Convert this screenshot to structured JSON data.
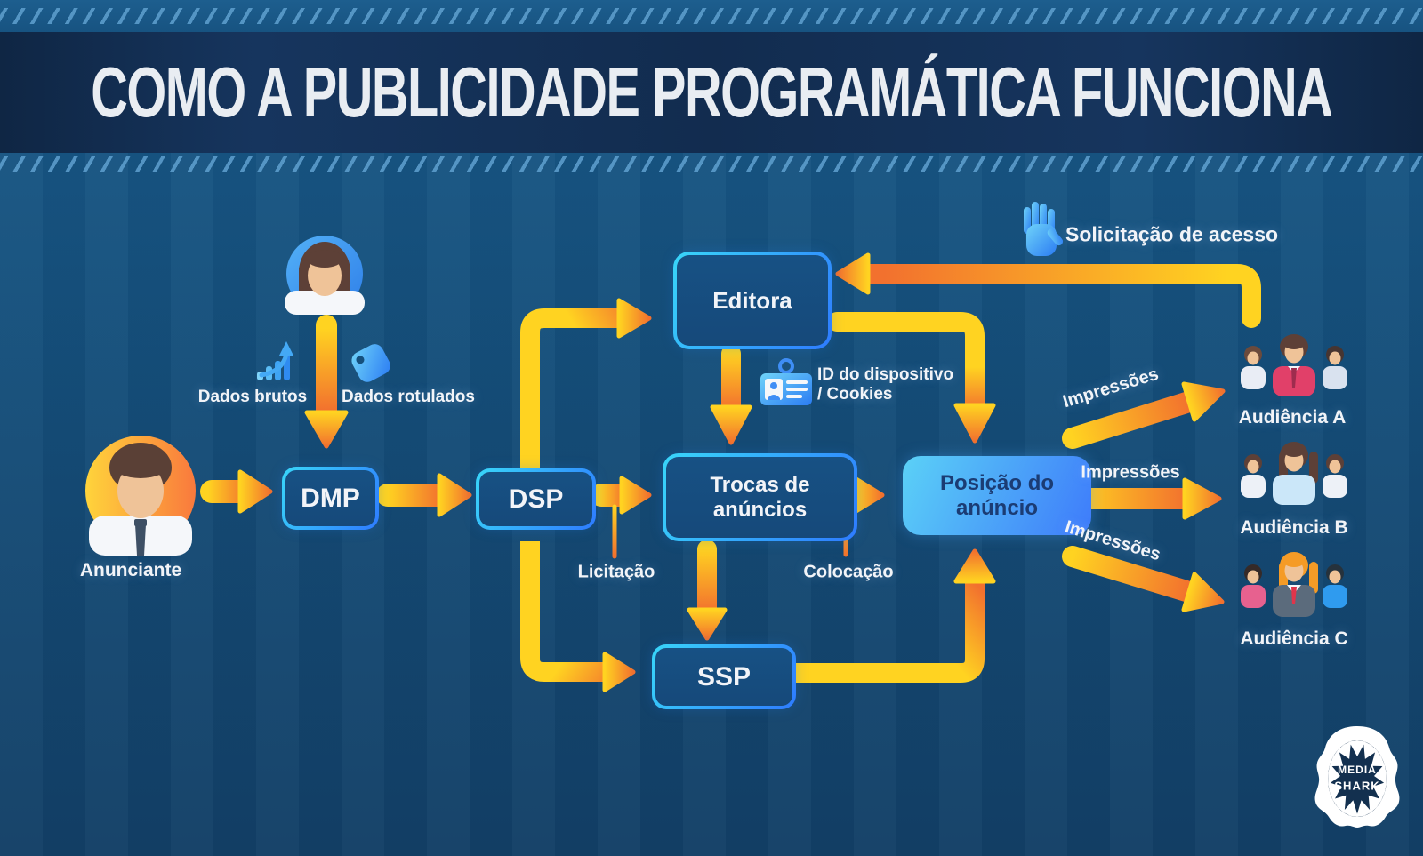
{
  "header": {
    "title": "COMO A PUBLICIDADE PROGRAMÁTICA FUNCIONA"
  },
  "nodes": {
    "dmp": {
      "label": "DMP"
    },
    "dsp": {
      "label": "DSP"
    },
    "editora": {
      "label": "Editora"
    },
    "trocas": {
      "label": "Trocas de anúncios"
    },
    "ssp": {
      "label": "SSP"
    },
    "posicao": {
      "label": "Posição do anúncio"
    }
  },
  "actors": {
    "anunciante": {
      "label": "Anunciante",
      "icon": "man-avatar-icon"
    },
    "visitante": {
      "icon": "woman-avatar-icon"
    },
    "dados_brutos": {
      "label": "Dados brutos",
      "icon": "bar-chart-up-icon"
    },
    "dados_rotulados": {
      "label": "Dados rotulados",
      "icon": "price-tag-icon"
    }
  },
  "flow_labels": {
    "licitacao": "Licitação",
    "colocacao": "Colocação",
    "id_dispositivo_line1": "ID do dispositivo",
    "id_dispositivo_line2": "/ Cookies",
    "id_icon": "id-badge-icon",
    "solicitacao": "Solicitação de acesso",
    "solicitacao_icon": "raised-hand-icon",
    "impressoes_a": "Impressões",
    "impressoes_b": "Impressões",
    "impressoes_c": "Impressões"
  },
  "audiences": {
    "a": {
      "label": "Audiência A",
      "icon": "people-group-a-icon"
    },
    "b": {
      "label": "Audiência B",
      "icon": "people-group-b-icon"
    },
    "c": {
      "label": "Audiência C",
      "icon": "people-group-c-icon"
    }
  },
  "logo": {
    "line1": "MEDIA",
    "line2": "SHARK",
    "icon": "shark-jaw-logo"
  },
  "colors": {
    "background_top": "#1A5888",
    "background_bottom": "#123F66",
    "header_band": "#132F54",
    "stripe": "#5FA0CF",
    "arrow_yellow": "#FFD321",
    "arrow_orange": "#F2712E",
    "node_border_cyan": "#39D6F9",
    "node_border_blue": "#2E7BFF",
    "node_fill": "#175184",
    "highlight_box_from": "#5BD1F7",
    "highlight_box_to": "#3E7BFA",
    "highlight_text": "#1B3C74",
    "icon_blue_light": "#6FD3F9",
    "icon_blue": "#2B7CF3",
    "text_white": "#F2F4F8"
  }
}
